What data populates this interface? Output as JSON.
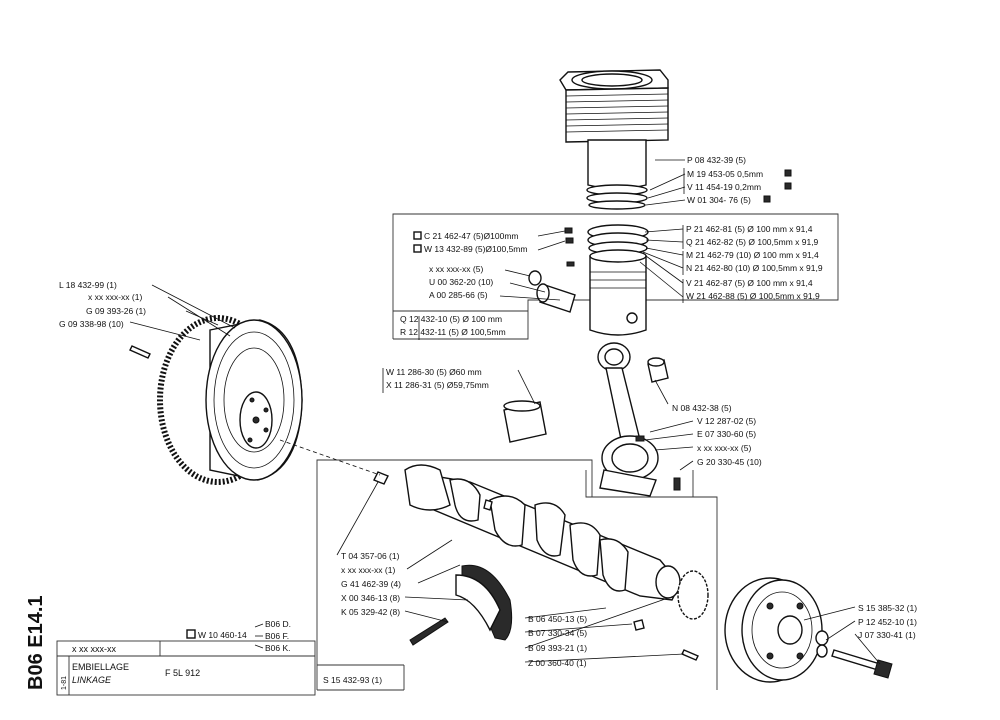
{
  "code": "B06 E14.1",
  "sheet_title": {
    "part_ref": "x xx xxx-xx",
    "line1": "EMBIELLAGE",
    "line2": "LINKAGE",
    "model": "F 5L 912",
    "side_code": "1-81"
  },
  "refs": {
    "box_w10460": "W 10 460-14",
    "b06d": "B06 D.",
    "b06f": "B06 F.",
    "b06k": "B06 K."
  },
  "labels": {
    "p08": "P 08 432-39 (5)",
    "m19": "M 19 453-05  0,5mm",
    "v11": "V 11 454-19  0,2mm",
    "w01": "W 01 304- 76 (5)",
    "c21": "C 21 462-47 (5)Ø100mm",
    "w13": "W 13 432-89 (5)Ø100,5mm",
    "xx5a": "x xx xxx-xx (5)",
    "u00": "U 00 362-20 (10)",
    "a00": "A 00 285-66 (5)",
    "p21": "P 21 462-81 (5)  Ø 100  mm x 91,4",
    "q21": "Q 21 462-82 (5)  Ø 100,5mm x 91,9",
    "m21": "M 21 462-79 (10)  Ø 100  mm x 91,4",
    "n21": "N 21 462-80 (10)  Ø 100,5mm x 91,9",
    "v21": "V 21 462-87 (5)  Ø 100  mm x 91,4",
    "w21": "W 21 462-88 (5)  Ø 100,5mm x 91,9",
    "q12": "Q 12 432-10 (5) Ø 100  mm",
    "r12": "R 12 432-11 (5) Ø 100,5mm",
    "l18": "L 18 432-99 (1)",
    "xx1a": "x xx xxx-xx (1)",
    "g09a": "G 09 393-26 (1)",
    "g09b": "G 09 338-98 (10)",
    "w11": "W 11 286-30 (5)  Ø60  mm",
    "x11": "X 11 286-31 (5)  Ø59,75mm",
    "n08": "N 08 432-38 (5)",
    "v12": "V 12 287-02 (5)",
    "e07": "E 07 330-60 (5)",
    "xx5b": "x xx xxx-xx (5)",
    "g20": "G 20 330-45 (10)",
    "t04": "T 04 357-06 (1)",
    "xx1b": "x xx xxx-xx (1)",
    "g41": "G 41 462-39 (4)",
    "x00": "X 00 346-13 (8)",
    "k05": "K 05 329-42 (8)",
    "b06": "B 06 450-13 (5)",
    "b07": "B 07 330-34 (5)",
    "b09": "B 09 393-21 (1)",
    "z00": "Z 00 360-40 (1)",
    "s15b": "S 15 432-93 (1)",
    "s15a": "S 15 385-32 (1)",
    "p12": "P 12 452-10 (1)",
    "j07": "J 07 330-41 (1)"
  }
}
